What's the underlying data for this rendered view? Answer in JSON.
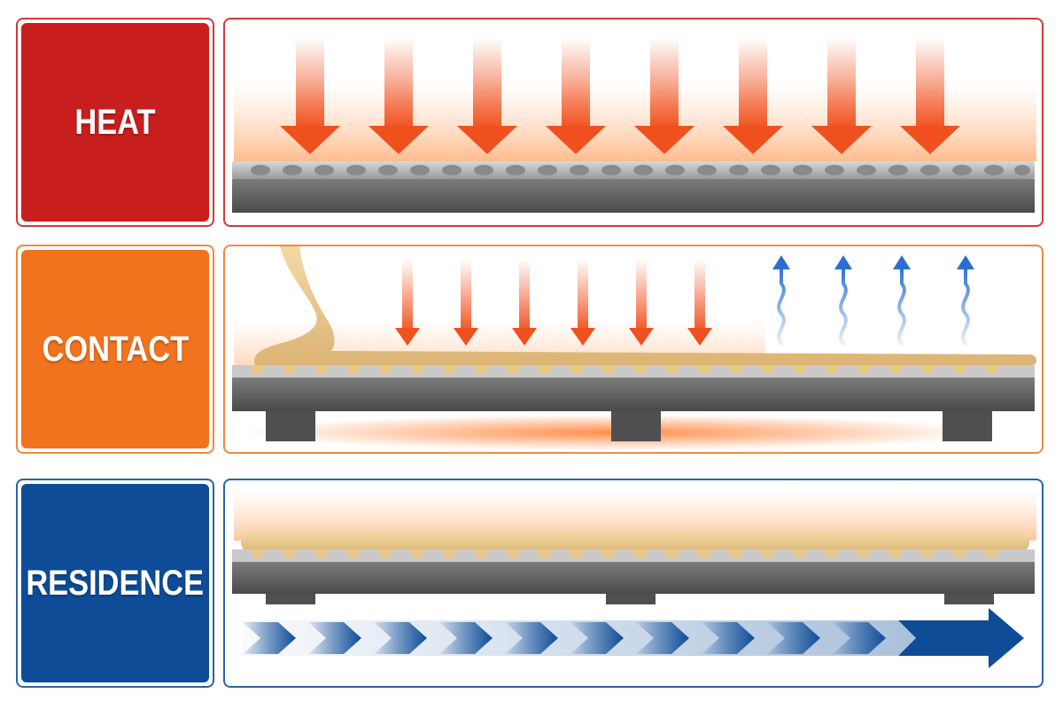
{
  "rows": [
    {
      "label": "HEAT",
      "color": "#c81e1e",
      "border": "#d23a3a"
    },
    {
      "label": "CONTACT",
      "color": "#f0731e",
      "border": "#f0893f"
    },
    {
      "label": "RESIDENCE",
      "color": "#0e4c98",
      "border": "#2a63ab"
    }
  ],
  "colors": {
    "heat_arrow": "#f0501e",
    "steam_arrow": "#2a6fd0",
    "batter": "#e9c98a",
    "plate": "#6b6b6b",
    "progress_arrow": "#0e4c98"
  },
  "icons": {
    "heat": "down-arrow-icon",
    "steam": "wavy-up-arrow-icon",
    "time": "chevron-progress-arrow-icon"
  }
}
